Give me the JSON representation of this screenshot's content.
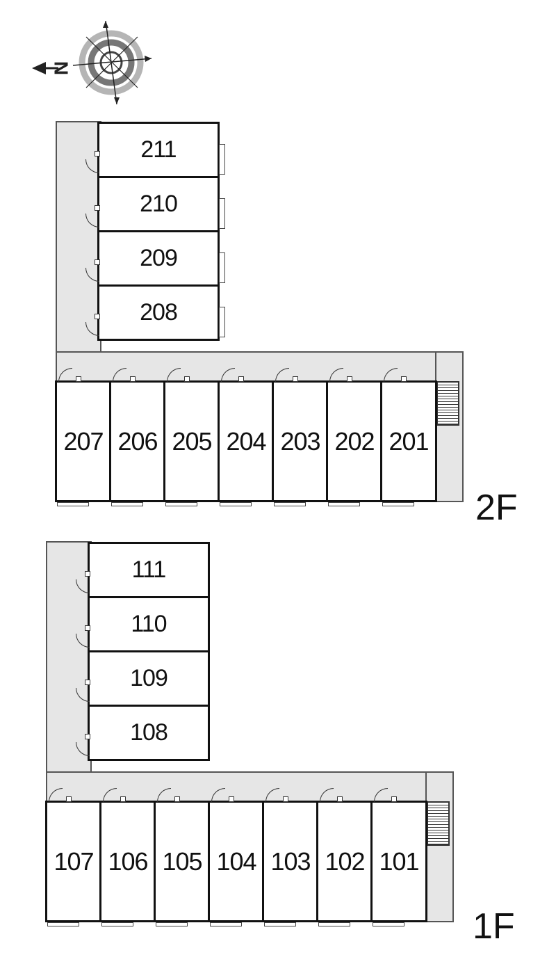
{
  "compass": {
    "north_letter": "N"
  },
  "floors": [
    {
      "label": "2F",
      "top_units": [
        "211",
        "210",
        "209",
        "208"
      ],
      "bottom_units": [
        "207",
        "206",
        "205",
        "204",
        "203",
        "202",
        "201"
      ]
    },
    {
      "label": "1F",
      "top_units": [
        "111",
        "110",
        "109",
        "108"
      ],
      "bottom_units": [
        "107",
        "106",
        "105",
        "104",
        "103",
        "102",
        "101"
      ]
    }
  ],
  "colors": {
    "corridor": "#e6e6e6",
    "wall": "#111111"
  }
}
